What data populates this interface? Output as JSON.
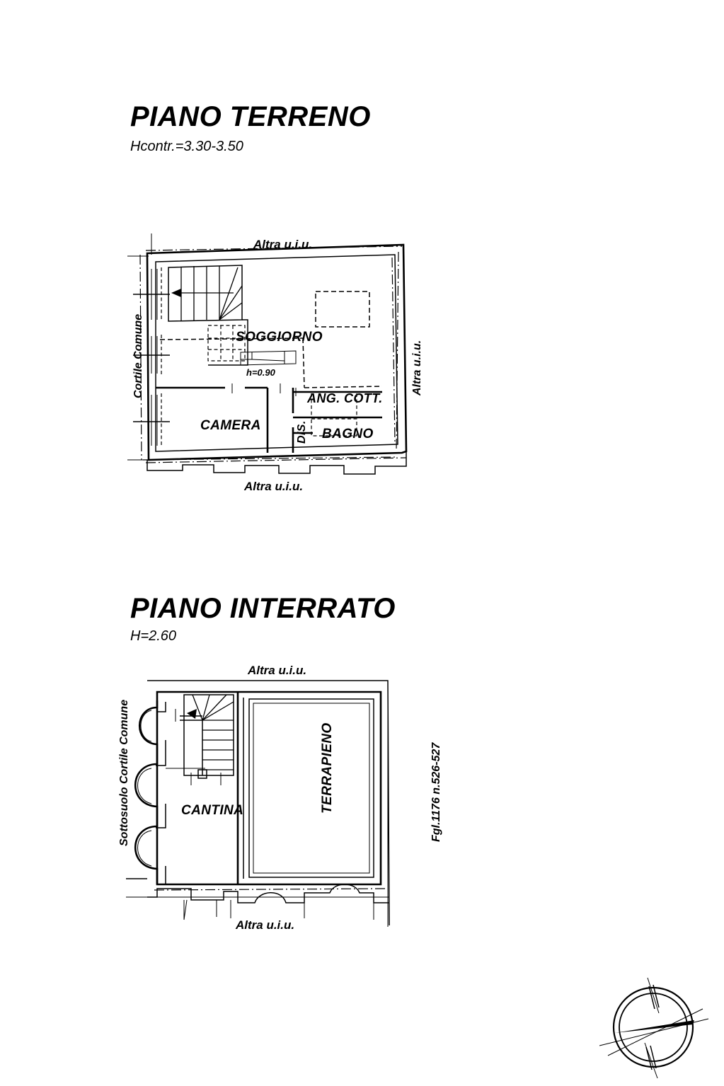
{
  "document": {
    "kind": "planimetria-catastale",
    "cadastral_reference": "Fgl.1176 n.526-527"
  },
  "plans": [
    {
      "id": "piano-terreno",
      "title": "PIANO TERRENO",
      "subtitle": "Hcontr.=3.30-3.50",
      "rooms": [
        {
          "name": "SOGGIORNO"
        },
        {
          "name": "CAMERA"
        },
        {
          "name": "ANG. COTT."
        },
        {
          "name": "BAGNO"
        },
        {
          "name": "DIS."
        }
      ],
      "annotations": [
        {
          "text": "h=0.90"
        }
      ],
      "boundaries": {
        "top": "Altra u.i.u.",
        "bottom": "Altra u.i.u.",
        "left": "Cortile Comune",
        "right": "Altra u.i.u."
      }
    },
    {
      "id": "piano-interrato",
      "title": "PIANO INTERRATO",
      "subtitle": "H=2.60",
      "rooms": [
        {
          "name": "CANTINA"
        },
        {
          "name": "TERRAPIENO"
        }
      ],
      "annotations": [],
      "boundaries": {
        "top": "Altra u.i.u.",
        "bottom": "Altra u.i.u.",
        "left": "Sottosuolo Cortile Comune",
        "right": "Fgl.1176 n.526-527"
      }
    }
  ],
  "compass": {
    "name": "north-arrow",
    "style": "needle-in-double-circle"
  },
  "colors": {
    "ink": "#000000",
    "paper": "#ffffff"
  }
}
